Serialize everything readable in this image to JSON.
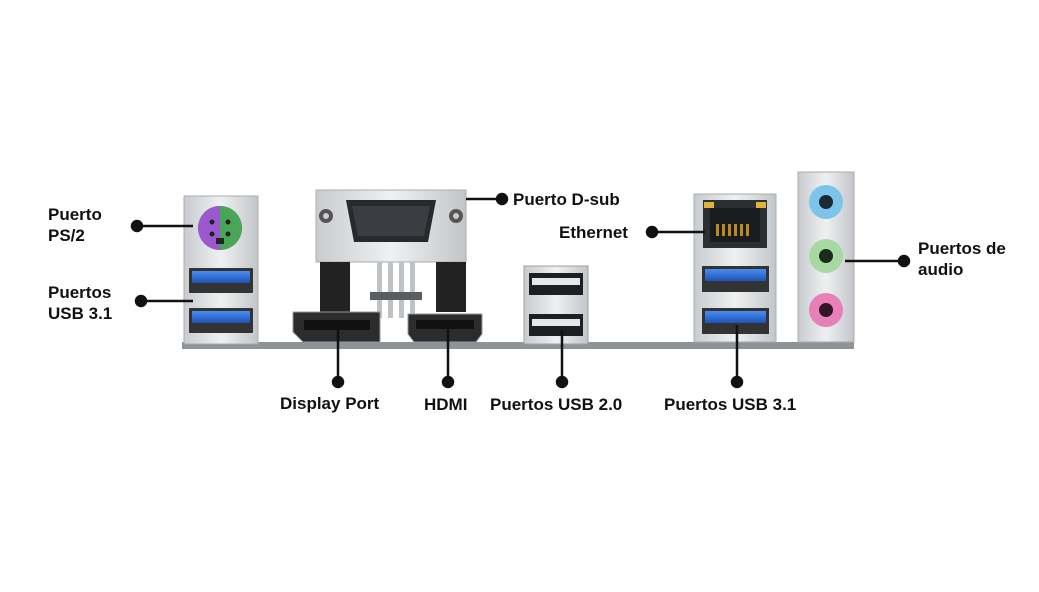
{
  "labels": {
    "ps2": [
      "Puerto",
      "PS/2"
    ],
    "usb31_left": [
      "Puertos",
      "USB 3.1"
    ],
    "dsub": "Puerto D-sub",
    "ethernet": "Ethernet",
    "audio": [
      "Puertos de",
      "audio"
    ],
    "displayport": "Display Port",
    "hdmi": "HDMI",
    "usb20": "Puertos USB 2.0",
    "usb31_right": "Puertos USB 3.1"
  },
  "colors": {
    "usb3_blue": "#2f6fd6",
    "ps2_purple": "#9b59d0",
    "ps2_green": "#55b85a",
    "audio_blue": "#7cc4ea",
    "audio_green": "#a8d9a2",
    "audio_pink": "#e77fb8",
    "leader": "#111111"
  }
}
